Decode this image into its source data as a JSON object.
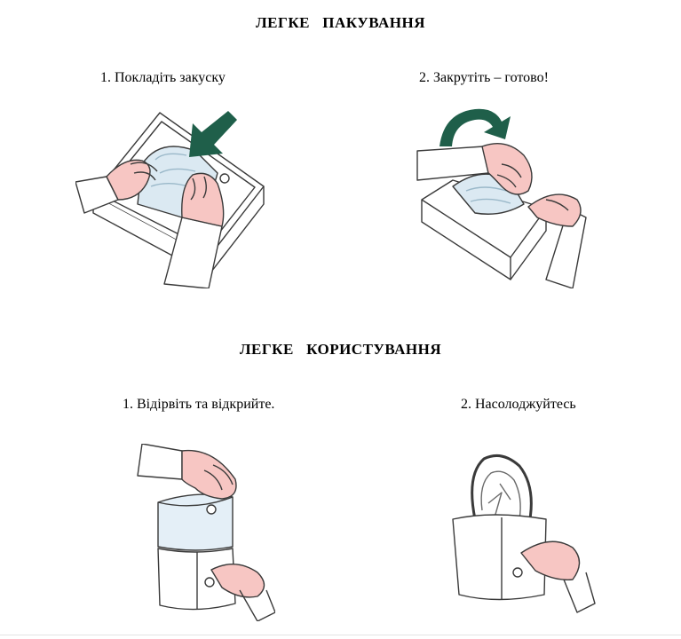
{
  "sections": [
    {
      "heading": "ЛЕГКЕ   ПАКУВАННЯ",
      "steps": [
        {
          "label": "1.  Покладіть закуску",
          "illustration": "hands-placing-snack-into-box"
        },
        {
          "label": "2. Закрутіть – готово!",
          "illustration": "hands-twisting-box-closed"
        }
      ]
    },
    {
      "heading": "ЛЕГКЕ   КОРИСТУВАННЯ",
      "steps": [
        {
          "label": "1.  Відірвіть та відкрийте.",
          "illustration": "hands-tearing-open-cup"
        },
        {
          "label": "2. Насолоджуйтесь",
          "illustration": "hand-holding-cup-with-wrap"
        }
      ]
    }
  ],
  "colors": {
    "skin": "#f7c6c3",
    "outline": "#3a3a3a",
    "arrow": "#1f5f4a",
    "wrap": "#dbe9f2",
    "wrap_light": "#eef5fa"
  }
}
